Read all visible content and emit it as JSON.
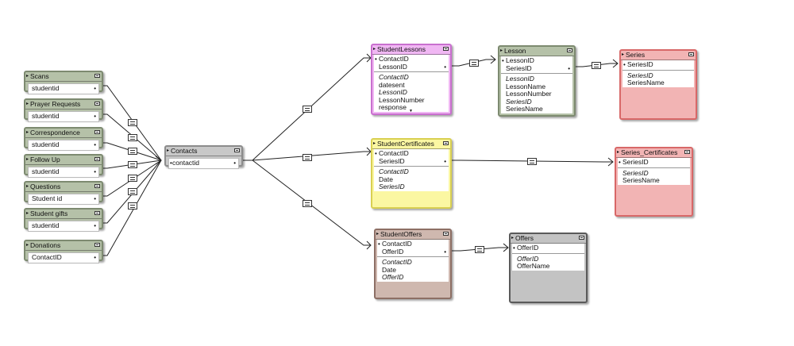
{
  "colors": {
    "gray_green": "#b5c1a8",
    "gray_green_border": "#7d8a70",
    "contacts": "#c8c8c8",
    "contacts_border": "#8c8c8c",
    "magenta": "#f0b7f3",
    "magenta_border": "#c970cf",
    "yellow": "#fbf7a2",
    "yellow_border": "#d9d052",
    "red": "#f2b4b4",
    "red_border": "#d86868",
    "brown": "#cfb8af",
    "brown_border": "#8d6f65",
    "offers": "#c3c3c3",
    "offers_border": "#5a5a5a",
    "line": "#222222"
  },
  "tables": {
    "scans": {
      "title": "Scans",
      "fields": [
        "studentid"
      ]
    },
    "prayer": {
      "title": "Prayer Requests",
      "fields": [
        "studentid"
      ]
    },
    "correspondence": {
      "title": "Correspondence",
      "fields": [
        "studentid"
      ]
    },
    "followup": {
      "title": "Follow Up",
      "fields": [
        "studentid"
      ]
    },
    "questions": {
      "title": "Questions",
      "fields": [
        "Student id"
      ]
    },
    "gifts": {
      "title": "Student gifts",
      "fields": [
        "studentid"
      ]
    },
    "donations": {
      "title": "Donations",
      "fields": [
        "ContactID"
      ]
    },
    "contacts": {
      "title": "Contacts",
      "fields": [
        "contactid"
      ]
    },
    "studentlessons": {
      "title": "StudentLessons",
      "keys": [
        "ContactID",
        "LessonID"
      ],
      "others": [
        {
          "text": "ContactID",
          "italic": true
        },
        {
          "text": "datesent",
          "italic": false
        },
        {
          "text": "LessonID",
          "italic": true
        },
        {
          "text": "LessonNumber",
          "italic": false
        },
        {
          "text": "response",
          "italic": false
        }
      ]
    },
    "lesson": {
      "title": "Lesson",
      "keys": [
        "LessonID",
        "SeriesID"
      ],
      "others": [
        {
          "text": "LessonID",
          "italic": true
        },
        {
          "text": "LessonName",
          "italic": false
        },
        {
          "text": "LessonNumber",
          "italic": false
        },
        {
          "text": "SeriesID",
          "italic": true
        },
        {
          "text": "SeriesName",
          "italic": false
        }
      ]
    },
    "series": {
      "title": "Series",
      "keys": [
        "SeriesID"
      ],
      "others": [
        {
          "text": "SeriesID",
          "italic": true
        },
        {
          "text": "SeriesName",
          "italic": false
        }
      ]
    },
    "studentcertificates": {
      "title": "StudentCertificates",
      "keys": [
        "ContactID",
        "SeriesID"
      ],
      "others": [
        {
          "text": "ContactID",
          "italic": true
        },
        {
          "text": "Date",
          "italic": false
        },
        {
          "text": "SeriesID",
          "italic": true
        }
      ]
    },
    "seriescertificates": {
      "title": "Series_Certificates",
      "keys": [
        "SeriesID"
      ],
      "others": [
        {
          "text": "SeriesID",
          "italic": true
        },
        {
          "text": "SeriesName",
          "italic": false
        }
      ]
    },
    "studentoffers": {
      "title": "StudentOffers",
      "keys": [
        "ContactID",
        "OfferID"
      ],
      "others": [
        {
          "text": "ContactID",
          "italic": true
        },
        {
          "text": "Date",
          "italic": false
        },
        {
          "text": "OfferID",
          "italic": true
        }
      ]
    },
    "offers": {
      "title": "Offers",
      "keys": [
        "OfferID"
      ],
      "others": [
        {
          "text": "OfferID",
          "italic": true
        },
        {
          "text": "OfferName",
          "italic": false
        }
      ]
    }
  }
}
